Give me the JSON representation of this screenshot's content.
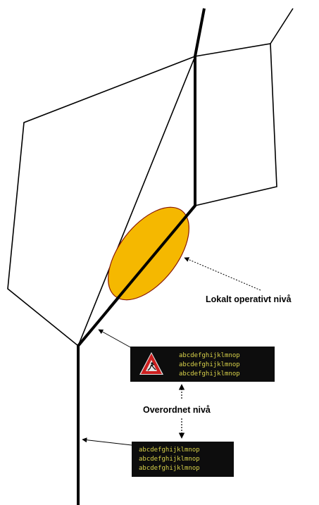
{
  "labels": {
    "local_level": "Lokalt operativt nivå",
    "superior_level": "Overordnet nivå"
  },
  "signs": {
    "upper": {
      "lines": [
        "abcdefghijklmnop",
        "abcdefghijklmnop",
        "abcdefghijklmnop"
      ],
      "pictogram": "roadwork-warning-icon"
    },
    "lower": {
      "lines": [
        "abcdefghijklmnop",
        "abcdefghijklmnop",
        "abcdefghijklmnop"
      ]
    }
  },
  "colors": {
    "ellipse_fill": "#f5b800",
    "ellipse_stroke": "#8b1a00",
    "sign_background": "#0d0d0d",
    "sign_text": "#d9d24a",
    "warning_triangle": "#cc1f1f"
  }
}
